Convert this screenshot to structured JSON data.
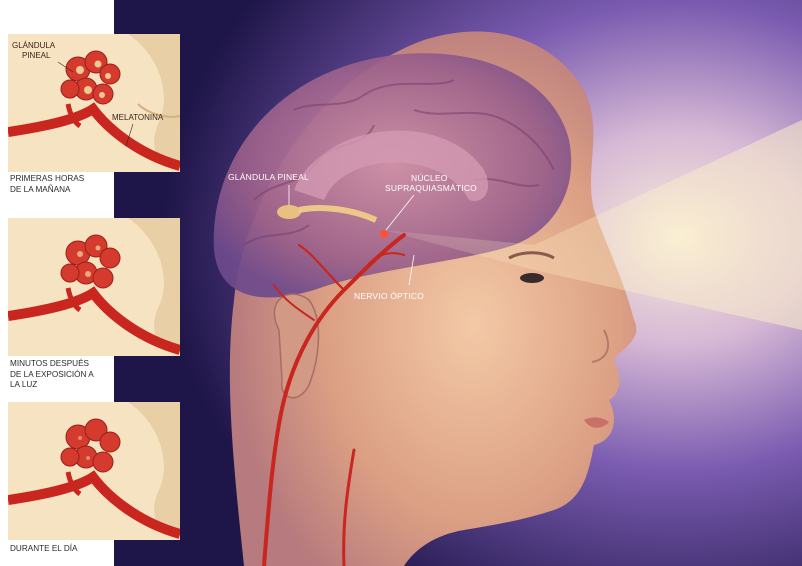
{
  "main_labels": {
    "pineal_gland": "GLÁNDULA PINEAL",
    "nucleus_line1": "NÚCLEO",
    "nucleus_line2": "SUPRAQUIASMÁTICO",
    "optic_nerve": "NERVIO ÓPTICO"
  },
  "insets": [
    {
      "gland_label_line1": "GLÁNDULA",
      "gland_label_line2": "PINEAL",
      "melatonin_label": "MELATONINA",
      "caption_lines": [
        "PRIMERAS HORAS",
        "DE LA MAÑANA"
      ]
    },
    {
      "caption_lines": [
        "MINUTOS DESPUÉS",
        "DE LA EXPOSICIÓN A",
        "LA LUZ"
      ]
    },
    {
      "caption_lines": [
        "DURANTE EL DÍA"
      ]
    }
  ],
  "colors": {
    "background_purple": "#3a2a78",
    "light_glow": "#f3e0c4",
    "skin": "#e6b28f",
    "brain": "#b0708f",
    "vessel_red": "#c8261f",
    "inset_bg": "#f6e3c2"
  }
}
